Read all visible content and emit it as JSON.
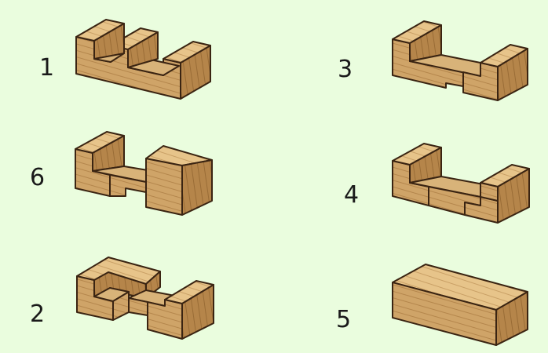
{
  "colors": {
    "background": "#eafdde",
    "wood_top": "#e7c48a",
    "wood_front": "#cfa468",
    "wood_side": "#b5854a",
    "outline": "#3a2412"
  },
  "pieces": [
    {
      "label": "1",
      "shape": "double-notch-block"
    },
    {
      "label": "3",
      "shape": "wide-notch-block"
    },
    {
      "label": "6",
      "shape": "notch-with-cube-end"
    },
    {
      "label": "4",
      "shape": "stepped-notch-block"
    },
    {
      "label": "2",
      "shape": "z-notch-block"
    },
    {
      "label": "5",
      "shape": "plain-rectangular-block"
    }
  ]
}
